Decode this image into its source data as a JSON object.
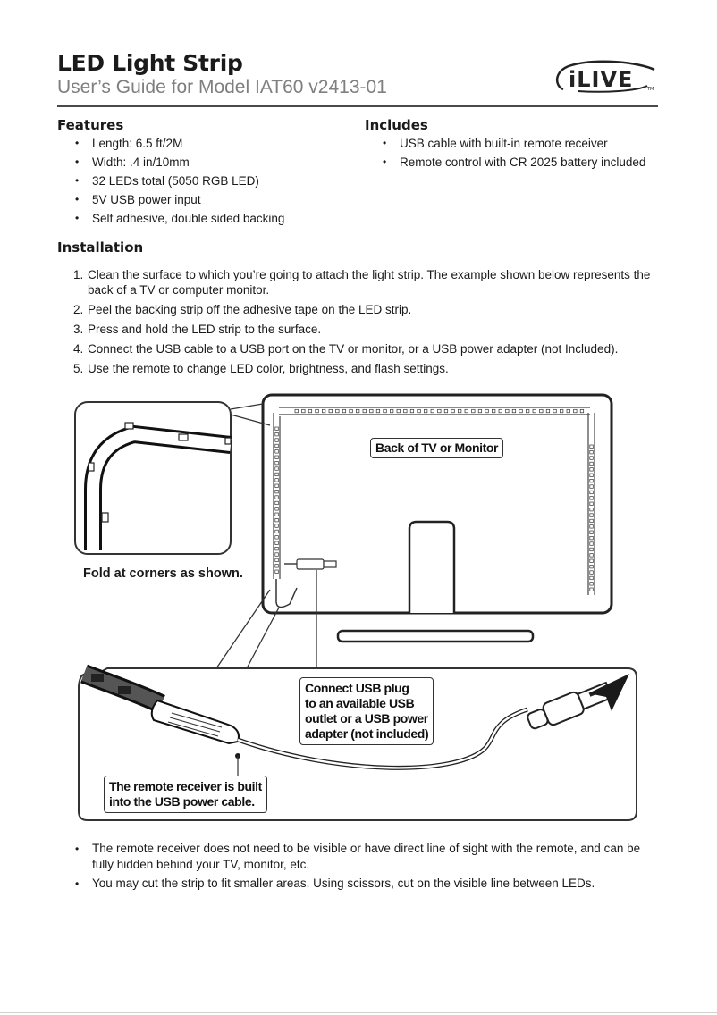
{
  "header": {
    "title": "LED Light Strip",
    "subtitle": "User’s Guide for Model IAT60 v2413-01",
    "logo": "iLIVE",
    "logo_tm": "TM"
  },
  "features": {
    "heading": "Features",
    "items": [
      "Length: 6.5 ft/2M",
      "Width: .4 in/10mm",
      "32 LEDs total (5050 RGB LED)",
      "5V USB power input",
      "Self adhesive, double sided backing"
    ]
  },
  "includes": {
    "heading": "Includes",
    "items": [
      "USB cable with built-in remote receiver",
      "Remote control with CR 2025 battery included"
    ]
  },
  "installation": {
    "heading": "Installation",
    "steps": [
      {
        "num": "1.",
        "text": "Clean the surface to which you’re going to attach the light strip. The example shown below represents the back of a TV or computer monitor."
      },
      {
        "num": "2.",
        "text": "Peel the backing strip off the adhesive tape on the LED strip."
      },
      {
        "num": "3.",
        "text": "Press and hold the LED strip to the surface."
      },
      {
        "num": "4.",
        "text": "Connect the USB cable to a USB port on the TV or monitor, or a USB power adapter (not Included)."
      },
      {
        "num": "5.",
        "text": "Use the remote to change LED color, brightness, and flash settings."
      }
    ]
  },
  "diagram": {
    "tv_label": "Back of TV or Monitor",
    "corner_caption": "Fold at corners as shown.",
    "usb_callout": [
      "Connect USB plug",
      "to an available USB",
      "outlet or a USB power",
      "adapter (not included)"
    ],
    "receiver_callout": [
      "The remote receiver is built",
      "into the USB power cable."
    ]
  },
  "notes": [
    "The remote receiver does not need to be visible or have direct line of sight with the remote, and can be fully hidden behind your TV, monitor, etc.",
    "You may cut the strip to fit smaller areas. Using scissors, cut on the visible line between LEDs."
  ]
}
